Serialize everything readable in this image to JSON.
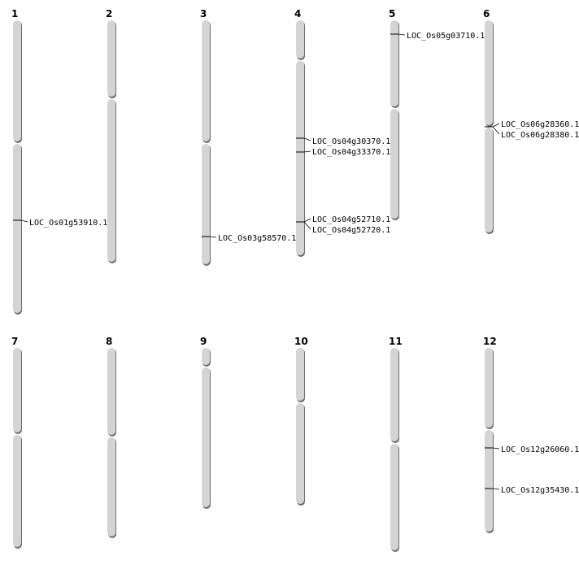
{
  "colors": {
    "body": "#d4d4d4",
    "shadow": "#6e6e6e",
    "marker": "#000000"
  },
  "chromosomes": [
    {
      "label": "1",
      "genes": [
        "LOC_Os01g53910.1"
      ]
    },
    {
      "label": "2",
      "genes": []
    },
    {
      "label": "3",
      "genes": [
        "LOC_Os03g58570.1"
      ]
    },
    {
      "label": "4",
      "genes": [
        "LOC_Os04g30370.1",
        "LOC_Os04g33370.1",
        "LOC_Os04g52710.1",
        "LOC_Os04g52720.1"
      ]
    },
    {
      "label": "5",
      "genes": [
        "LOC_Os05g03710.1"
      ]
    },
    {
      "label": "6",
      "genes": [
        "LOC_Os06g28360.1",
        "LOC_Os06g28380.1"
      ]
    },
    {
      "label": "7",
      "genes": []
    },
    {
      "label": "8",
      "genes": []
    },
    {
      "label": "9",
      "genes": []
    },
    {
      "label": "10",
      "genes": []
    },
    {
      "label": "11",
      "genes": []
    },
    {
      "label": "12",
      "genes": [
        "LOC_Os12g26060.1",
        "LOC_Os12g35430.1"
      ]
    }
  ]
}
